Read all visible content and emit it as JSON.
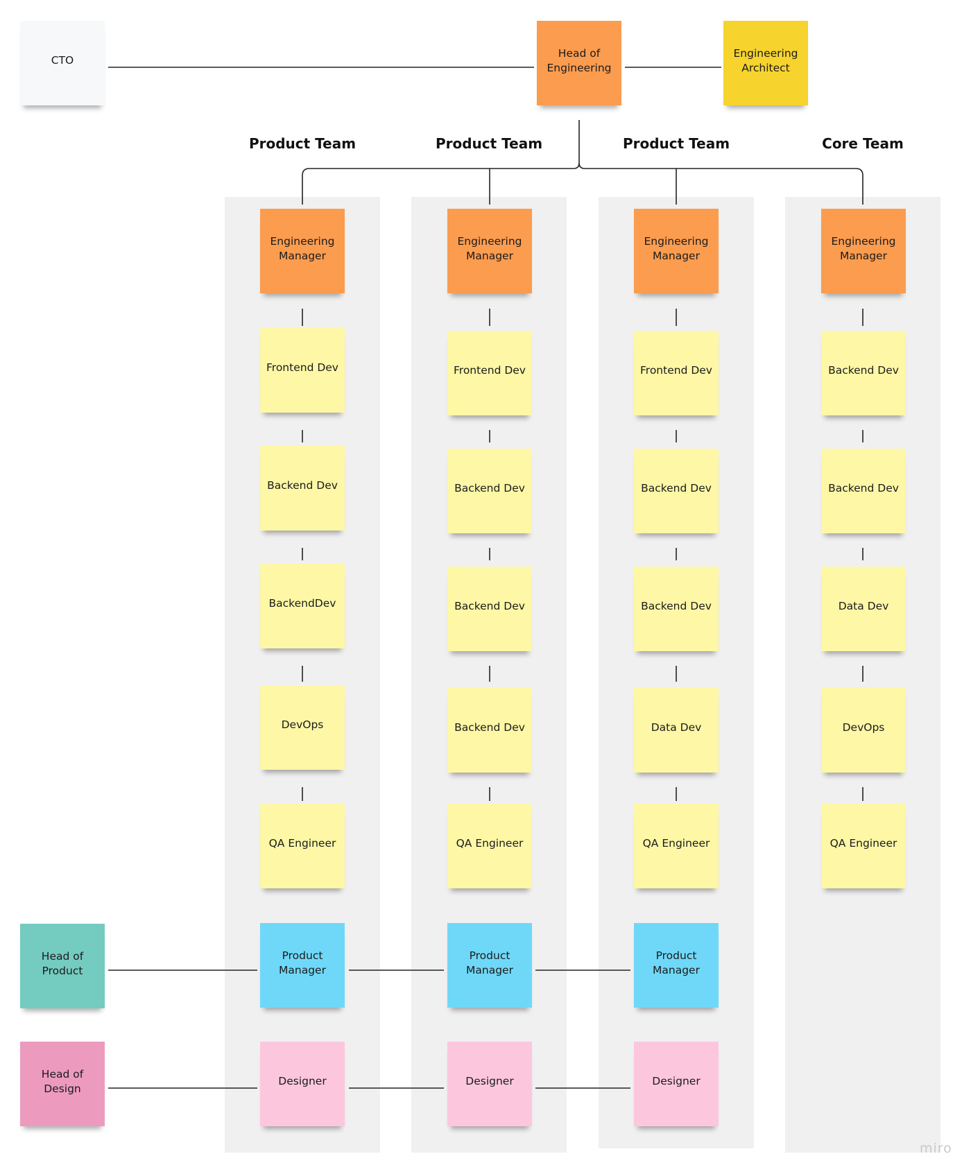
{
  "leadership": {
    "cto": "CTO",
    "head_of_engineering": "Head of\nEngineering",
    "engineering_architect": "Engineering\nArchitect",
    "head_of_product": "Head of\nProduct",
    "head_of_design": "Head of\nDesign"
  },
  "teams": [
    {
      "heading": "Product Team",
      "manager": "Engineering\nManager",
      "members": [
        "Frontend Dev",
        "Backend Dev",
        "BackendDev",
        "DevOps",
        "QA Engineer"
      ],
      "product_manager": "Product\nManager",
      "designer": "Designer"
    },
    {
      "heading": "Product Team",
      "manager": "Engineering\nManager",
      "members": [
        "Frontend Dev",
        "Backend Dev",
        "Backend Dev",
        "Backend Dev",
        "QA Engineer"
      ],
      "product_manager": "Product\nManager",
      "designer": "Designer"
    },
    {
      "heading": "Product Team",
      "manager": "Engineering\nManager",
      "members": [
        "Frontend Dev",
        "Backend Dev",
        "Backend Dev",
        "Data Dev",
        "QA Engineer"
      ],
      "product_manager": "Product\nManager",
      "designer": "Designer"
    },
    {
      "heading": "Core Team",
      "manager": "Engineering\nManager",
      "members": [
        "Backend Dev",
        "Backend Dev",
        "Data Dev",
        "DevOps",
        "QA Engineer"
      ]
    }
  ],
  "watermark": "miro",
  "colors": {
    "cto": "#f7f8fa",
    "engineering_manager": "#fb9c4f",
    "architect": "#f6d32d",
    "engineer": "#fdf7a6",
    "product_manager": "#6fd8f8",
    "designer": "#fcc7dd",
    "head_of_product": "#74cbc0",
    "head_of_design": "#ec9bbf",
    "column_background": "#f0f0f0"
  }
}
